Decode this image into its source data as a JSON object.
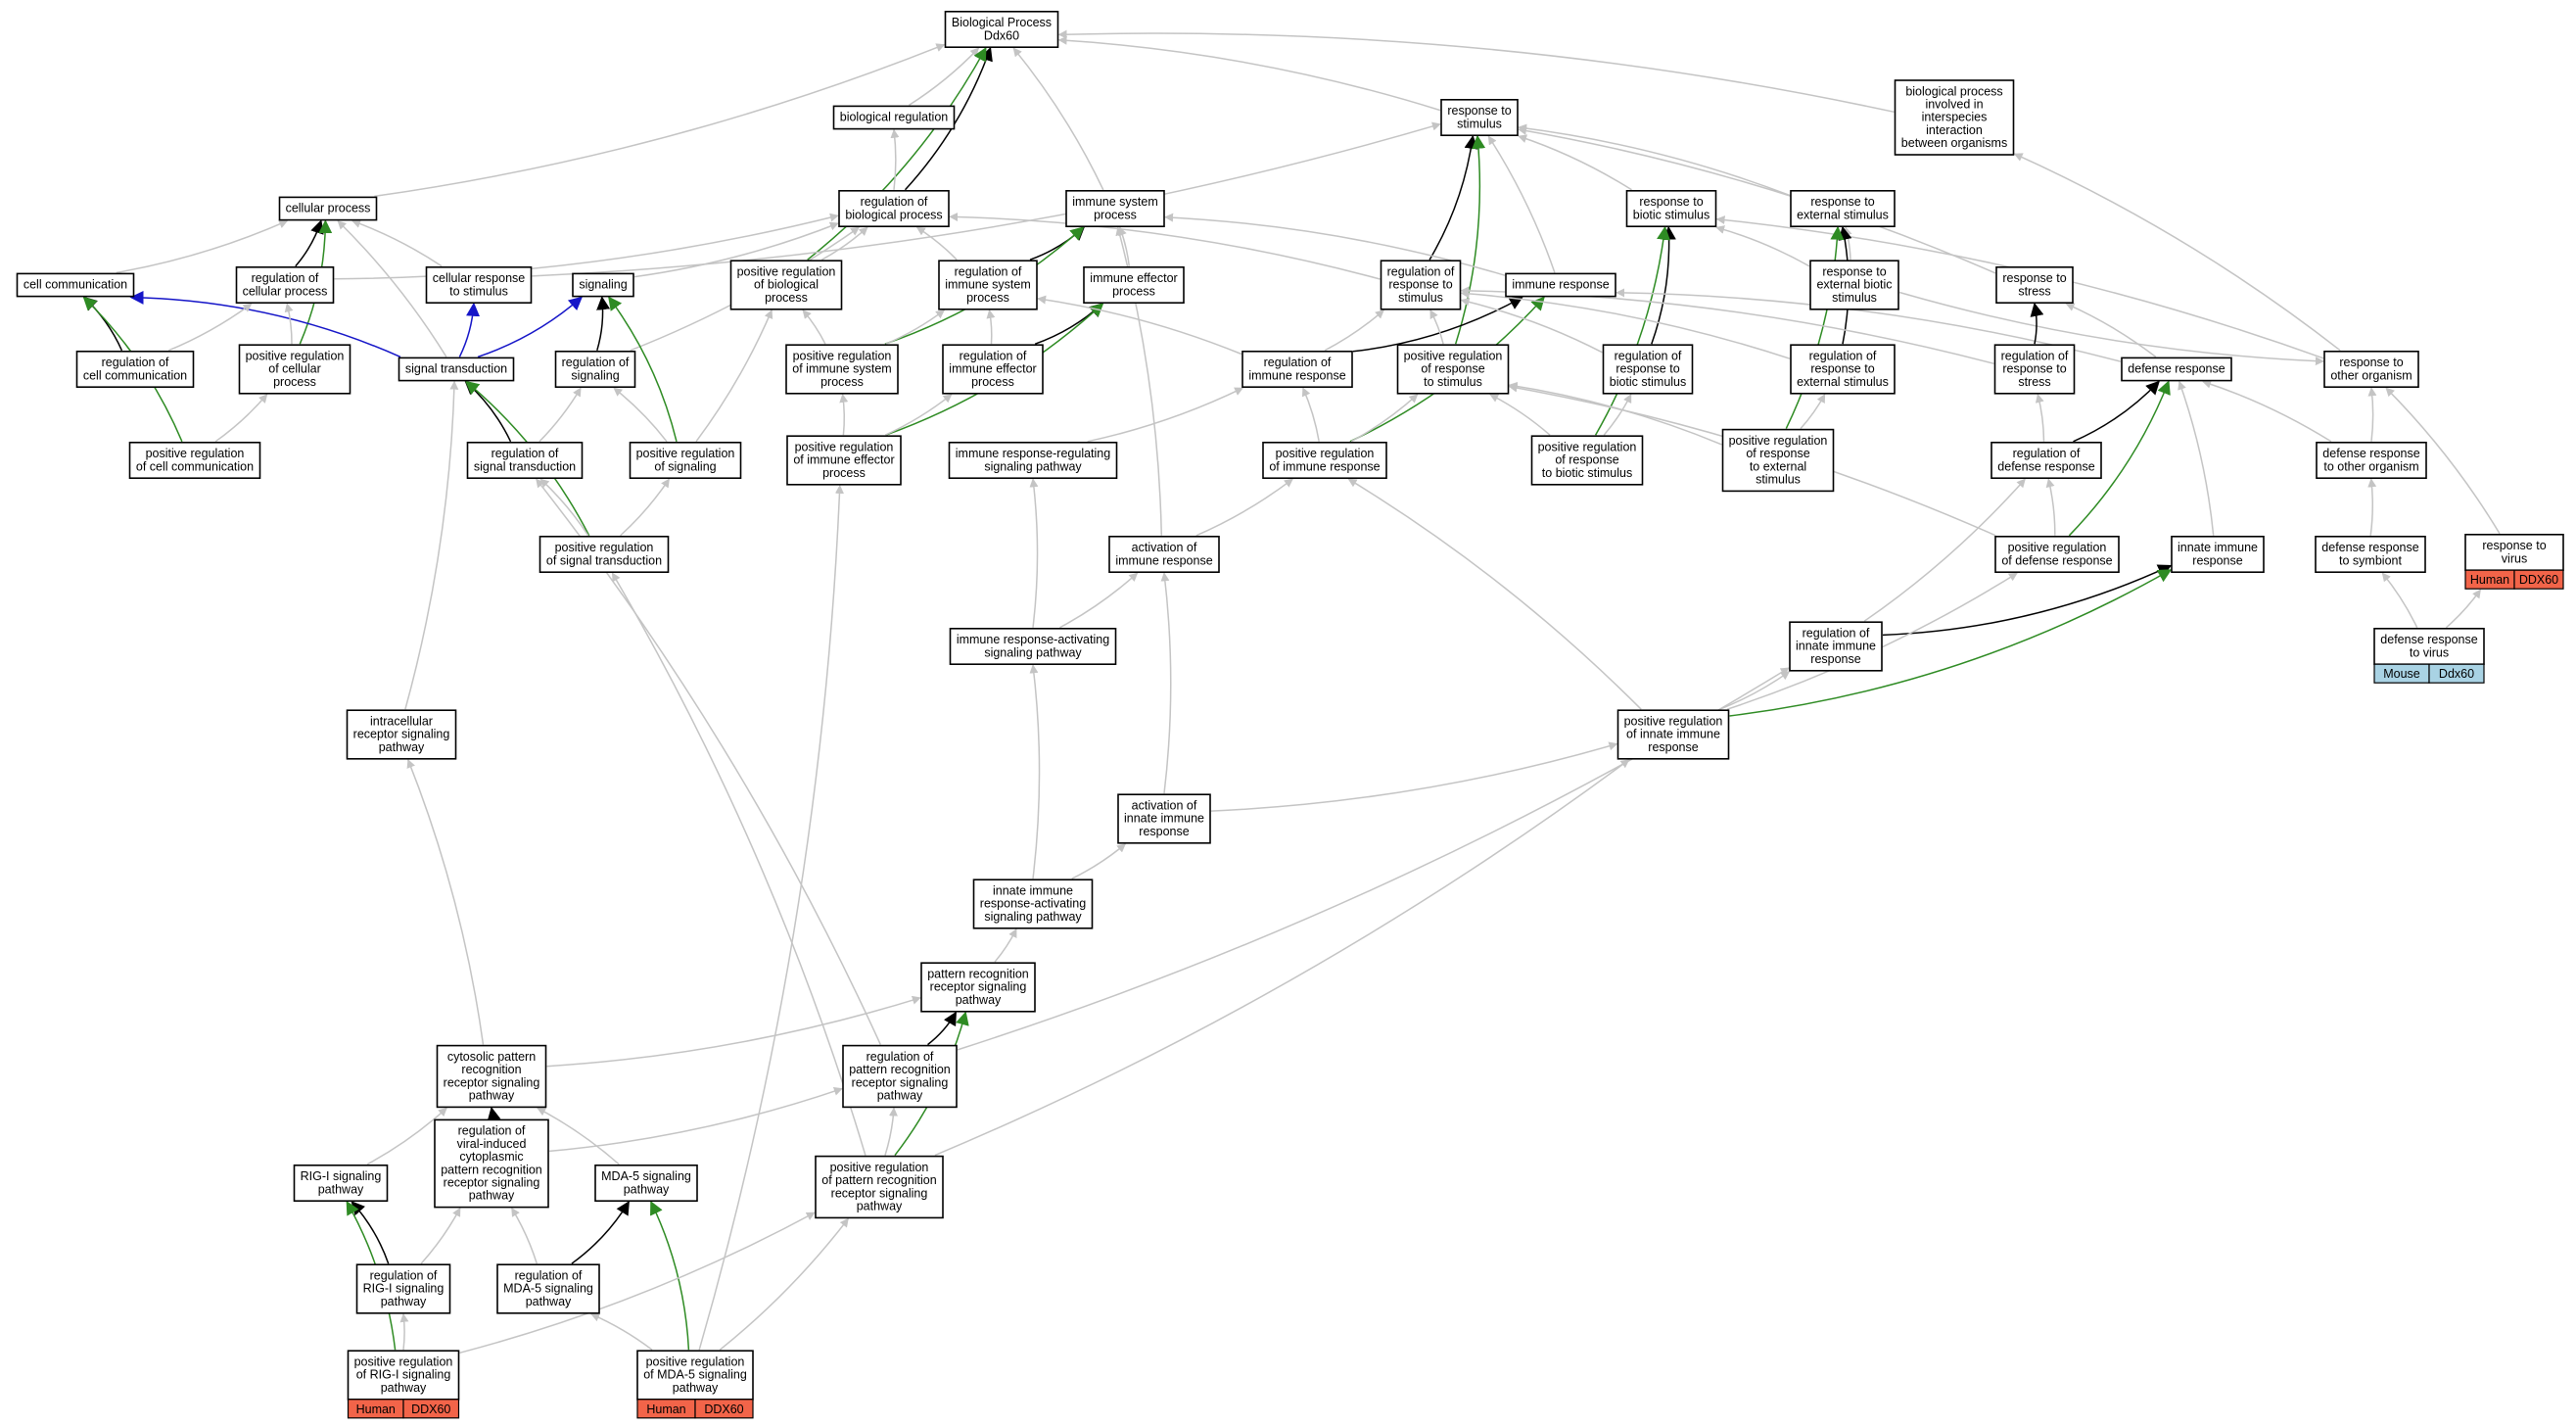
{
  "colors": {
    "is_a": "#c4c4c4",
    "regulates": "#000000",
    "positively_regulates": "#2e8b23",
    "part_of": "#1515c8",
    "human_tag": "#f26449",
    "mouse_tag": "#a9d3e4"
  },
  "nodes": [
    {
      "id": "bp",
      "lines": [
        "Biological Process",
        "Ddx60"
      ]
    },
    {
      "id": "br",
      "lines": [
        "biological regulation"
      ]
    },
    {
      "id": "rts",
      "lines": [
        "response to",
        "stimulus"
      ]
    },
    {
      "id": "bpii",
      "lines": [
        "biological process",
        "involved in",
        "interspecies",
        "interaction",
        "between organisms"
      ]
    },
    {
      "id": "cp",
      "lines": [
        "cellular process"
      ]
    },
    {
      "id": "rbp",
      "lines": [
        "regulation of",
        "biological process"
      ]
    },
    {
      "id": "isp",
      "lines": [
        "immune system",
        "process"
      ]
    },
    {
      "id": "rtbs",
      "lines": [
        "response to",
        "biotic stimulus"
      ]
    },
    {
      "id": "rtes",
      "lines": [
        "response to",
        "external stimulus"
      ]
    },
    {
      "id": "cc",
      "lines": [
        "cell communication"
      ]
    },
    {
      "id": "rcp",
      "lines": [
        "regulation of",
        "cellular process"
      ]
    },
    {
      "id": "crts",
      "lines": [
        "cellular response",
        "to stimulus"
      ]
    },
    {
      "id": "sig",
      "lines": [
        "signaling"
      ]
    },
    {
      "id": "prbp",
      "lines": [
        "positive regulation",
        "of biological",
        "process"
      ]
    },
    {
      "id": "risp",
      "lines": [
        "regulation of",
        "immune system",
        "process"
      ]
    },
    {
      "id": "iep",
      "lines": [
        "immune effector",
        "process"
      ]
    },
    {
      "id": "rorts",
      "lines": [
        "regulation of",
        "response to",
        "stimulus"
      ]
    },
    {
      "id": "ir",
      "lines": [
        "immune response"
      ]
    },
    {
      "id": "rtebs",
      "lines": [
        "response to",
        "external biotic",
        "stimulus"
      ]
    },
    {
      "id": "rtstress",
      "lines": [
        "response to",
        "stress"
      ]
    },
    {
      "id": "rcc",
      "lines": [
        "regulation of",
        "cell communication"
      ]
    },
    {
      "id": "prcp",
      "lines": [
        "positive regulation",
        "of cellular",
        "process"
      ]
    },
    {
      "id": "st",
      "lines": [
        "signal transduction"
      ]
    },
    {
      "id": "rsig",
      "lines": [
        "regulation of",
        "signaling"
      ]
    },
    {
      "id": "prisp",
      "lines": [
        "positive regulation",
        "of immune system",
        "process"
      ]
    },
    {
      "id": "riep",
      "lines": [
        "regulation of",
        "immune effector",
        "process"
      ]
    },
    {
      "id": "rir",
      "lines": [
        "regulation of",
        "immune response"
      ]
    },
    {
      "id": "prrts",
      "lines": [
        "positive regulation",
        "of response",
        "to stimulus"
      ]
    },
    {
      "id": "rrtbs",
      "lines": [
        "regulation of",
        "response to",
        "biotic stimulus"
      ]
    },
    {
      "id": "rrtes",
      "lines": [
        "regulation of",
        "response to",
        "external stimulus"
      ]
    },
    {
      "id": "rrtstress",
      "lines": [
        "regulation of",
        "response to",
        "stress"
      ]
    },
    {
      "id": "dr",
      "lines": [
        "defense response"
      ]
    },
    {
      "id": "rtoo",
      "lines": [
        "response to",
        "other organism"
      ]
    },
    {
      "id": "prcc",
      "lines": [
        "positive regulation",
        "of cell communication"
      ]
    },
    {
      "id": "rst",
      "lines": [
        "regulation of",
        "signal transduction"
      ]
    },
    {
      "id": "prsig",
      "lines": [
        "positive regulation",
        "of signaling"
      ]
    },
    {
      "id": "priep",
      "lines": [
        "positive regulation",
        "of immune effector",
        "process"
      ]
    },
    {
      "id": "irrsp",
      "lines": [
        "immune response-regulating",
        "signaling pathway"
      ]
    },
    {
      "id": "prir",
      "lines": [
        "positive regulation",
        "of immune response"
      ]
    },
    {
      "id": "prrtbs",
      "lines": [
        "positive regulation",
        "of response",
        "to biotic stimulus"
      ]
    },
    {
      "id": "prrtes",
      "lines": [
        "positive regulation",
        "of response",
        "to external",
        "stimulus"
      ]
    },
    {
      "id": "rdr",
      "lines": [
        "regulation of",
        "defense response"
      ]
    },
    {
      "id": "drtoo",
      "lines": [
        "defense response",
        "to other organism"
      ]
    },
    {
      "id": "prst",
      "lines": [
        "positive regulation",
        "of signal transduction"
      ]
    },
    {
      "id": "air",
      "lines": [
        "activation of",
        "immune response"
      ]
    },
    {
      "id": "prdr",
      "lines": [
        "positive regulation",
        "of defense response"
      ]
    },
    {
      "id": "iir",
      "lines": [
        "innate immune",
        "response"
      ]
    },
    {
      "id": "drts",
      "lines": [
        "defense response",
        "to symbiont"
      ]
    },
    {
      "id": "rtv",
      "lines": [
        "response to",
        "virus"
      ],
      "tag": {
        "species": "Human",
        "gene": "DDX60"
      }
    },
    {
      "id": "drtv",
      "lines": [
        "defense response",
        "to virus"
      ],
      "tag": {
        "species": "Mouse",
        "gene": "Ddx60"
      }
    },
    {
      "id": "iraspw",
      "lines": [
        "immune response-activating",
        "signaling pathway"
      ]
    },
    {
      "id": "riir",
      "lines": [
        "regulation of",
        "innate immune",
        "response"
      ]
    },
    {
      "id": "irsp",
      "lines": [
        "intracellular",
        "receptor signaling",
        "pathway"
      ]
    },
    {
      "id": "priir",
      "lines": [
        "positive regulation",
        "of innate immune",
        "response"
      ]
    },
    {
      "id": "aiir",
      "lines": [
        "activation of",
        "innate immune",
        "response"
      ]
    },
    {
      "id": "iiraspw",
      "lines": [
        "innate immune",
        "response-activating",
        "signaling pathway"
      ]
    },
    {
      "id": "prrsp",
      "lines": [
        "pattern recognition",
        "receptor signaling",
        "pathway"
      ]
    },
    {
      "id": "cprrsp",
      "lines": [
        "cytosolic pattern",
        "recognition",
        "receptor signaling",
        "pathway"
      ]
    },
    {
      "id": "rprrsp",
      "lines": [
        "regulation of",
        "pattern recognition",
        "receptor signaling",
        "pathway"
      ]
    },
    {
      "id": "rigi",
      "lines": [
        "RIG-I signaling",
        "pathway"
      ]
    },
    {
      "id": "rvic",
      "lines": [
        "regulation of",
        "viral-induced",
        "cytoplasmic",
        "pattern recognition",
        "receptor signaling",
        "pathway"
      ]
    },
    {
      "id": "mda5",
      "lines": [
        "MDA-5 signaling",
        "pathway"
      ]
    },
    {
      "id": "pprrsp",
      "lines": [
        "positive regulation",
        "of pattern recognition",
        "receptor signaling",
        "pathway"
      ]
    },
    {
      "id": "rrigi",
      "lines": [
        "regulation of",
        "RIG-I signaling",
        "pathway"
      ]
    },
    {
      "id": "rmda5",
      "lines": [
        "regulation of",
        "MDA-5 signaling",
        "pathway"
      ]
    },
    {
      "id": "prrigi",
      "lines": [
        "positive regulation",
        "of RIG-I signaling",
        "pathway"
      ],
      "tag": {
        "species": "Human",
        "gene": "DDX60"
      }
    },
    {
      "id": "prmda5",
      "lines": [
        "positive regulation",
        "of MDA-5 signaling",
        "pathway"
      ],
      "tag": {
        "species": "Human",
        "gene": "DDX60"
      }
    }
  ],
  "edges": [
    [
      "br",
      "bp",
      "is_a"
    ],
    [
      "rts",
      "bp",
      "is_a"
    ],
    [
      "bpii",
      "bp",
      "is_a"
    ],
    [
      "cp",
      "bp",
      "is_a"
    ],
    [
      "isp",
      "bp",
      "is_a"
    ],
    [
      "rbp",
      "bp",
      "regulates"
    ],
    [
      "prbp",
      "bp",
      "positively_regulates"
    ],
    [
      "rbp",
      "br",
      "is_a"
    ],
    [
      "rtbs",
      "rts",
      "is_a"
    ],
    [
      "rtes",
      "rts",
      "is_a"
    ],
    [
      "crts",
      "rts",
      "is_a"
    ],
    [
      "ir",
      "rts",
      "is_a"
    ],
    [
      "rtstress",
      "rts",
      "is_a"
    ],
    [
      "rorts",
      "rts",
      "regulates"
    ],
    [
      "prrts",
      "rts",
      "positively_regulates"
    ],
    [
      "cc",
      "cp",
      "is_a"
    ],
    [
      "crts",
      "cp",
      "is_a"
    ],
    [
      "rcp",
      "cp",
      "regulates"
    ],
    [
      "prcp",
      "cp",
      "positively_regulates"
    ],
    [
      "st",
      "cp",
      "is_a"
    ],
    [
      "rcp",
      "rbp",
      "is_a"
    ],
    [
      "prbp",
      "rbp",
      "is_a"
    ],
    [
      "sig",
      "rbp",
      "is_a"
    ],
    [
      "risp",
      "rbp",
      "is_a"
    ],
    [
      "rorts",
      "rbp",
      "is_a"
    ],
    [
      "rsig",
      "rbp",
      "is_a"
    ],
    [
      "iep",
      "isp",
      "is_a"
    ],
    [
      "ir",
      "isp",
      "is_a"
    ],
    [
      "risp",
      "isp",
      "regulates"
    ],
    [
      "prisp",
      "isp",
      "positively_regulates"
    ],
    [
      "air",
      "isp",
      "is_a"
    ],
    [
      "rtebs",
      "rtbs",
      "is_a"
    ],
    [
      "rtoo",
      "rtbs",
      "is_a"
    ],
    [
      "rrtbs",
      "rtbs",
      "regulates"
    ],
    [
      "prrtbs",
      "rtbs",
      "positively_regulates"
    ],
    [
      "rtebs",
      "rtes",
      "is_a"
    ],
    [
      "rrtes",
      "rtes",
      "regulates"
    ],
    [
      "prrtes",
      "rtes",
      "positively_regulates"
    ],
    [
      "rcc",
      "cc",
      "regulates"
    ],
    [
      "st",
      "cc",
      "part_of"
    ],
    [
      "prcc",
      "cc",
      "positively_regulates"
    ],
    [
      "st",
      "crts",
      "part_of"
    ],
    [
      "st",
      "sig",
      "part_of"
    ],
    [
      "rsig",
      "sig",
      "regulates"
    ],
    [
      "prsig",
      "sig",
      "positively_regulates"
    ],
    [
      "riep",
      "iep",
      "regulates"
    ],
    [
      "priep",
      "iep",
      "positively_regulates"
    ],
    [
      "rir",
      "ir",
      "regulates"
    ],
    [
      "prir",
      "ir",
      "positively_regulates"
    ],
    [
      "dr",
      "ir",
      "is_a"
    ],
    [
      "rtebs",
      "rtoo",
      "is_a"
    ],
    [
      "rtoo",
      "bpii",
      "is_a"
    ],
    [
      "rrtstress",
      "rtstress",
      "regulates"
    ],
    [
      "dr",
      "rtstress",
      "is_a"
    ],
    [
      "rdr",
      "dr",
      "regulates"
    ],
    [
      "prdr",
      "dr",
      "positively_regulates"
    ],
    [
      "drtoo",
      "dr",
      "is_a"
    ],
    [
      "drtoo",
      "rtoo",
      "is_a"
    ],
    [
      "rcc",
      "rcp",
      "is_a"
    ],
    [
      "prcp",
      "rcp",
      "is_a"
    ],
    [
      "prcc",
      "prcp",
      "is_a"
    ],
    [
      "rst",
      "st",
      "regulates"
    ],
    [
      "prst",
      "st",
      "positively_regulates"
    ],
    [
      "irsp",
      "st",
      "is_a"
    ],
    [
      "rst",
      "rsig",
      "is_a"
    ],
    [
      "prsig",
      "rsig",
      "is_a"
    ],
    [
      "prst",
      "prsig",
      "is_a"
    ],
    [
      "prst",
      "rst",
      "is_a"
    ],
    [
      "prisp",
      "prbp",
      "is_a"
    ],
    [
      "prsig",
      "prbp",
      "is_a"
    ],
    [
      "priep",
      "prisp",
      "is_a"
    ],
    [
      "priep",
      "riep",
      "is_a"
    ],
    [
      "riep",
      "risp",
      "is_a"
    ],
    [
      "prisp",
      "risp",
      "is_a"
    ],
    [
      "rir",
      "risp",
      "is_a"
    ],
    [
      "rir",
      "rorts",
      "is_a"
    ],
    [
      "prrts",
      "rorts",
      "is_a"
    ],
    [
      "rrtbs",
      "rorts",
      "is_a"
    ],
    [
      "rrtes",
      "rorts",
      "is_a"
    ],
    [
      "rrtstress",
      "rorts",
      "is_a"
    ],
    [
      "prir",
      "rir",
      "is_a"
    ],
    [
      "prir",
      "prrts",
      "is_a"
    ],
    [
      "prrtbs",
      "prrts",
      "is_a"
    ],
    [
      "prrtes",
      "prrts",
      "is_a"
    ],
    [
      "prrtbs",
      "rrtbs",
      "is_a"
    ],
    [
      "prrtes",
      "rrtes",
      "is_a"
    ],
    [
      "prdr",
      "prrts",
      "is_a"
    ],
    [
      "rdr",
      "rrtstress",
      "is_a"
    ],
    [
      "prdr",
      "rdr",
      "is_a"
    ],
    [
      "riir",
      "rdr",
      "is_a"
    ],
    [
      "drts",
      "drtoo",
      "is_a"
    ],
    [
      "drtv",
      "drts",
      "is_a"
    ],
    [
      "drtv",
      "rtv",
      "is_a"
    ],
    [
      "rtv",
      "rtoo",
      "is_a"
    ],
    [
      "iir",
      "dr",
      "is_a"
    ],
    [
      "riir",
      "iir",
      "regulates"
    ],
    [
      "priir",
      "iir",
      "positively_regulates"
    ],
    [
      "air",
      "prir",
      "is_a"
    ],
    [
      "irrsp",
      "rir",
      "is_a"
    ],
    [
      "iraspw",
      "air",
      "is_a"
    ],
    [
      "iraspw",
      "irrsp",
      "is_a"
    ],
    [
      "priir",
      "riir",
      "is_a"
    ],
    [
      "priir",
      "prir",
      "is_a"
    ],
    [
      "priir",
      "prdr",
      "is_a"
    ],
    [
      "aiir",
      "air",
      "is_a"
    ],
    [
      "aiir",
      "priir",
      "is_a"
    ],
    [
      "iiraspw",
      "aiir",
      "is_a"
    ],
    [
      "iiraspw",
      "iraspw",
      "is_a"
    ],
    [
      "prrsp",
      "iiraspw",
      "is_a"
    ],
    [
      "rprrsp",
      "prrsp",
      "regulates"
    ],
    [
      "pprrsp",
      "prrsp",
      "positively_regulates"
    ],
    [
      "cprrsp",
      "prrsp",
      "is_a"
    ],
    [
      "rprrsp",
      "riir",
      "is_a"
    ],
    [
      "rprrsp",
      "rst",
      "is_a"
    ],
    [
      "pprrsp",
      "rprrsp",
      "is_a"
    ],
    [
      "pprrsp",
      "priir",
      "is_a"
    ],
    [
      "pprrsp",
      "prst",
      "is_a"
    ],
    [
      "cprrsp",
      "irsp",
      "is_a"
    ],
    [
      "rigi",
      "cprrsp",
      "is_a"
    ],
    [
      "mda5",
      "cprrsp",
      "is_a"
    ],
    [
      "rvic",
      "cprrsp",
      "regulates"
    ],
    [
      "rvic",
      "rprrsp",
      "is_a"
    ],
    [
      "rrigi",
      "rigi",
      "regulates"
    ],
    [
      "prrigi",
      "rigi",
      "positively_regulates"
    ],
    [
      "rrigi",
      "rvic",
      "is_a"
    ],
    [
      "prrigi",
      "rrigi",
      "is_a"
    ],
    [
      "rmda5",
      "mda5",
      "regulates"
    ],
    [
      "prmda5",
      "mda5",
      "positively_regulates"
    ],
    [
      "rmda5",
      "rvic",
      "is_a"
    ],
    [
      "prmda5",
      "rmda5",
      "is_a"
    ],
    [
      "prrigi",
      "pprrsp",
      "is_a"
    ],
    [
      "prmda5",
      "pprrsp",
      "is_a"
    ],
    [
      "prmda5",
      "priep",
      "is_a"
    ]
  ]
}
